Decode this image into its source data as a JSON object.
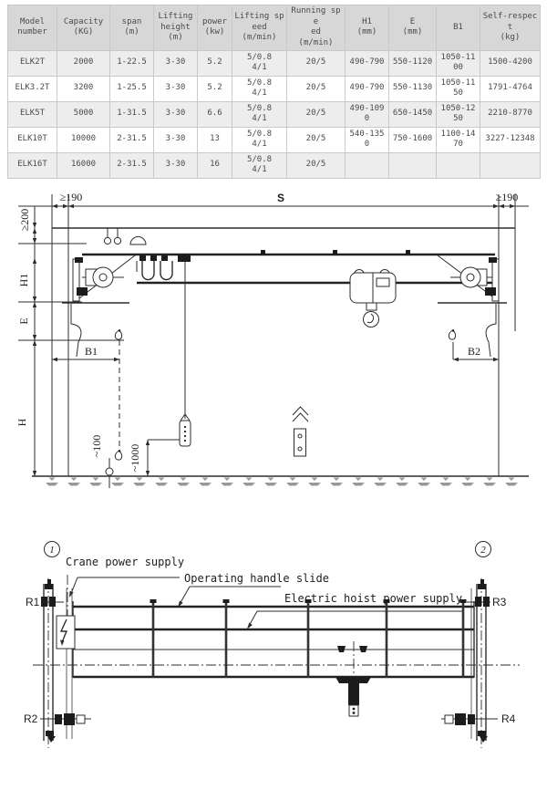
{
  "table": {
    "headers": [
      "Model\nnumber",
      "Capacity\n(KG)",
      "span\n(m)",
      "Lifting\nheight\n(m)",
      "power\n(kw)",
      "Lifting sp\need\n(m/min)",
      "Running spe\ned\n(m/min)",
      "H1\n(mm)",
      "E\n(mm)",
      "B1",
      "Self-respec\nt\n(kg)"
    ],
    "rows": [
      [
        "ELK2T",
        "2000",
        "1-22.5",
        "3-30",
        "5.2",
        "5/0.8\n4/1",
        "20/5",
        "490-790",
        "550-1120",
        "1050-1100",
        "1500-4200"
      ],
      [
        "ELK3.2T",
        "3200",
        "1-25.5",
        "3-30",
        "5.2",
        "5/0.8\n4/1",
        "20/5",
        "490-790",
        "550-1130",
        "1050-1150",
        "1791-4764"
      ],
      [
        "ELK5T",
        "5000",
        "1-31.5",
        "3-30",
        "6.6",
        "5/0.8\n4/1",
        "20/5",
        "490-1090",
        "650-1450",
        "1050-1250",
        "2210-8770"
      ],
      [
        "ELK10T",
        "10000",
        "2-31.5",
        "3-30",
        "13",
        "5/0.8\n4/1",
        "20/5",
        "540-1350",
        "750-1600",
        "1100-1470",
        "3227-12348"
      ],
      [
        "ELK16T",
        "16000",
        "2-31.5",
        "3-30",
        "16",
        "5/0.8\n4/1",
        "20/5",
        "",
        "",
        "",
        ""
      ]
    ]
  },
  "elevation": {
    "span": "S",
    "left_clearance": "≥190",
    "right_clearance": "≥190",
    "top_clearance": "≥200",
    "h1": "H1",
    "e": "E",
    "h": "H",
    "b1": "B1",
    "b2": "B2",
    "hook_to_floor": "~100",
    "pendant_to_floor": "~1000"
  },
  "plan": {
    "marker1": "1",
    "marker2": "2",
    "crane_power": "Crane power supply",
    "handle_slide": "Operating handle slide",
    "hoist_power": "Electric hoist power supply",
    "r1": "R1",
    "r2": "R2",
    "r3": "R3",
    "r4": "R4"
  },
  "colors": {
    "header_bg": "#d7d7d7",
    "alt_row_bg": "#ededed",
    "line": "#2d2d2d",
    "hatch": "#999999"
  }
}
